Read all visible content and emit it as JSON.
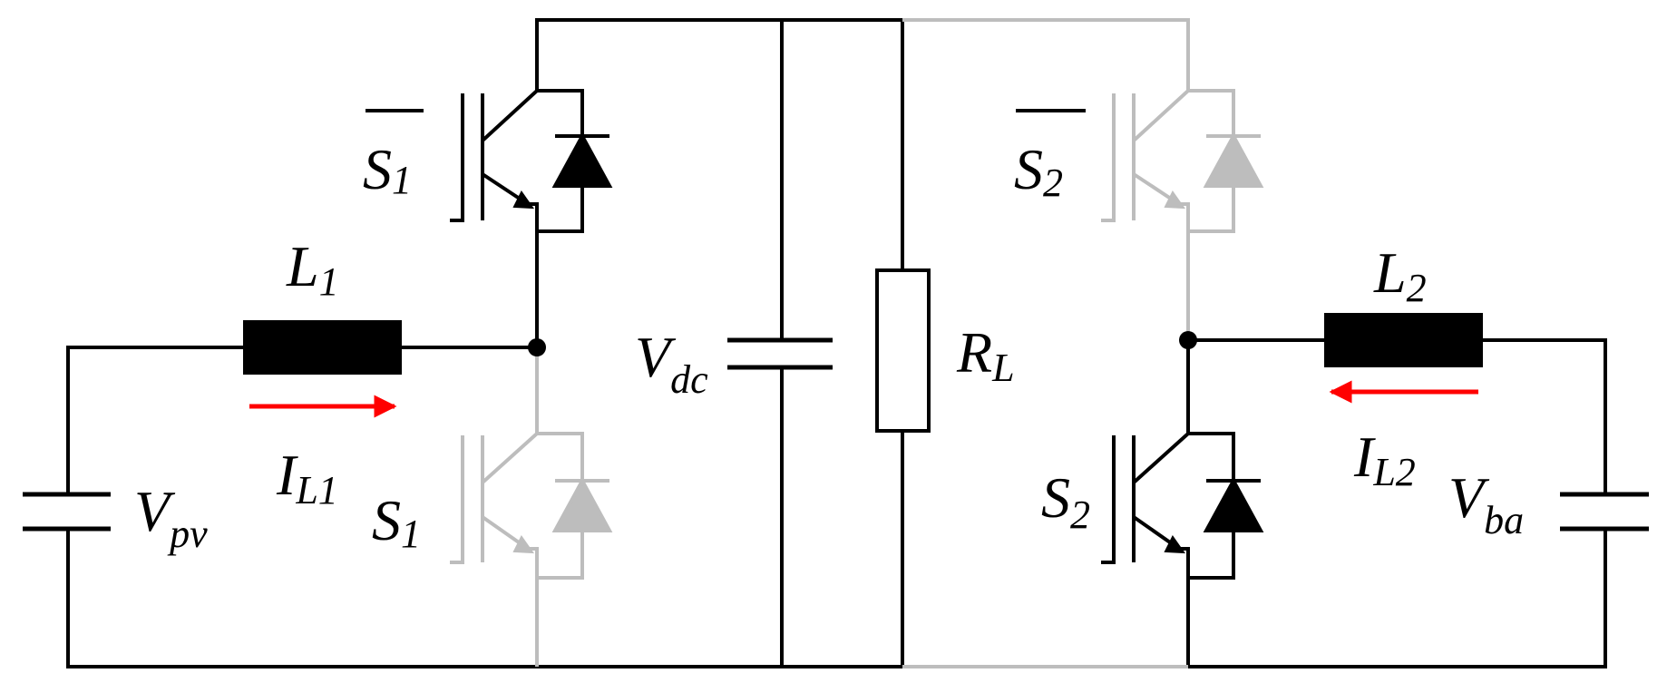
{
  "colors": {
    "active": "#000000",
    "inactive": "#bdbdbd",
    "current_arrow": "#ff0000",
    "background": "#ffffff"
  },
  "labels": {
    "l1": {
      "main": "L",
      "sub": "1"
    },
    "l2": {
      "main": "L",
      "sub": "2"
    },
    "il1": {
      "main": "I",
      "sub": "L1"
    },
    "il2": {
      "main": "I",
      "sub": "L2"
    },
    "vpv": {
      "main": "V",
      "sub": "pv"
    },
    "vdc": {
      "main": "V",
      "sub": "dc"
    },
    "vba": {
      "main": "V",
      "sub": "ba"
    },
    "rl": {
      "main": "R",
      "sub": "L"
    },
    "s1_top": {
      "main": "S",
      "sub": "1"
    },
    "s1_bottom": {
      "main": "S",
      "sub": "1"
    },
    "s2_top": {
      "main": "S",
      "sub": "2"
    },
    "s2_bottom": {
      "main": "S",
      "sub": "2"
    }
  }
}
